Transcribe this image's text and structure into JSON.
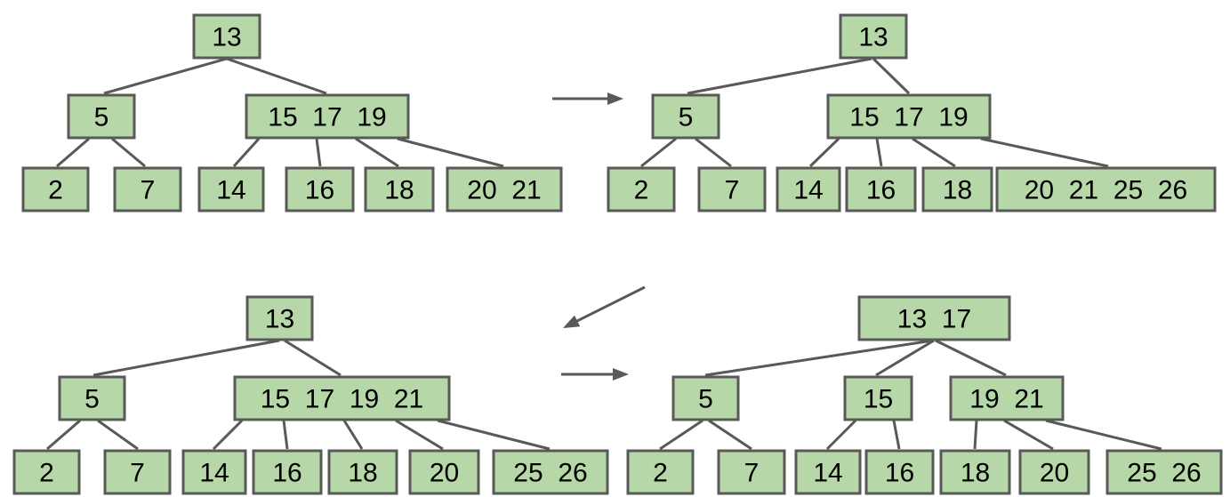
{
  "colors": {
    "node_fill": "#b6d7a8",
    "node_stroke": "#595959",
    "edge": "#595959",
    "arrow": "#595959",
    "text": "#000000"
  },
  "trees": [
    {
      "id": "tree-1",
      "nodes": [
        {
          "id": "t1-root",
          "label": "13"
        },
        {
          "id": "t1-a",
          "label": "5"
        },
        {
          "id": "t1-b",
          "label": "15  17  19"
        },
        {
          "id": "t1-c",
          "label": "2"
        },
        {
          "id": "t1-d",
          "label": "7"
        },
        {
          "id": "t1-e",
          "label": "14"
        },
        {
          "id": "t1-f",
          "label": "16"
        },
        {
          "id": "t1-g",
          "label": "18"
        },
        {
          "id": "t1-h",
          "label": "20  21"
        }
      ]
    },
    {
      "id": "tree-2",
      "nodes": [
        {
          "id": "t2-root",
          "label": "13"
        },
        {
          "id": "t2-a",
          "label": "5"
        },
        {
          "id": "t2-b",
          "label": "15  17  19"
        },
        {
          "id": "t2-c",
          "label": "2"
        },
        {
          "id": "t2-d",
          "label": "7"
        },
        {
          "id": "t2-e",
          "label": "14"
        },
        {
          "id": "t2-f",
          "label": "16"
        },
        {
          "id": "t2-g",
          "label": "18"
        },
        {
          "id": "t2-h",
          "label": "20  21  25  26"
        }
      ]
    },
    {
      "id": "tree-3",
      "nodes": [
        {
          "id": "t3-root",
          "label": "13"
        },
        {
          "id": "t3-a",
          "label": "5"
        },
        {
          "id": "t3-b",
          "label": "15  17  19  21"
        },
        {
          "id": "t3-c",
          "label": "2"
        },
        {
          "id": "t3-d",
          "label": "7"
        },
        {
          "id": "t3-e",
          "label": "14"
        },
        {
          "id": "t3-f",
          "label": "16"
        },
        {
          "id": "t3-g",
          "label": "18"
        },
        {
          "id": "t3-h",
          "label": "20"
        },
        {
          "id": "t3-i",
          "label": "25  26"
        }
      ]
    },
    {
      "id": "tree-4",
      "nodes": [
        {
          "id": "t4-root",
          "label": "13  17"
        },
        {
          "id": "t4-a",
          "label": "5"
        },
        {
          "id": "t4-b",
          "label": "15"
        },
        {
          "id": "t4-c",
          "label": "19  21"
        },
        {
          "id": "t4-d",
          "label": "2"
        },
        {
          "id": "t4-e",
          "label": "7"
        },
        {
          "id": "t4-f",
          "label": "14"
        },
        {
          "id": "t4-g",
          "label": "16"
        },
        {
          "id": "t4-h",
          "label": "18"
        },
        {
          "id": "t4-i",
          "label": "20"
        },
        {
          "id": "t4-j",
          "label": "25  26"
        }
      ]
    }
  ],
  "arrows": [
    {
      "id": "arrow-1",
      "from": "tree-1",
      "to": "tree-2"
    },
    {
      "id": "arrow-2",
      "from": "tree-2",
      "to": "tree-3"
    },
    {
      "id": "arrow-3",
      "from": "tree-3",
      "to": "tree-4"
    }
  ]
}
